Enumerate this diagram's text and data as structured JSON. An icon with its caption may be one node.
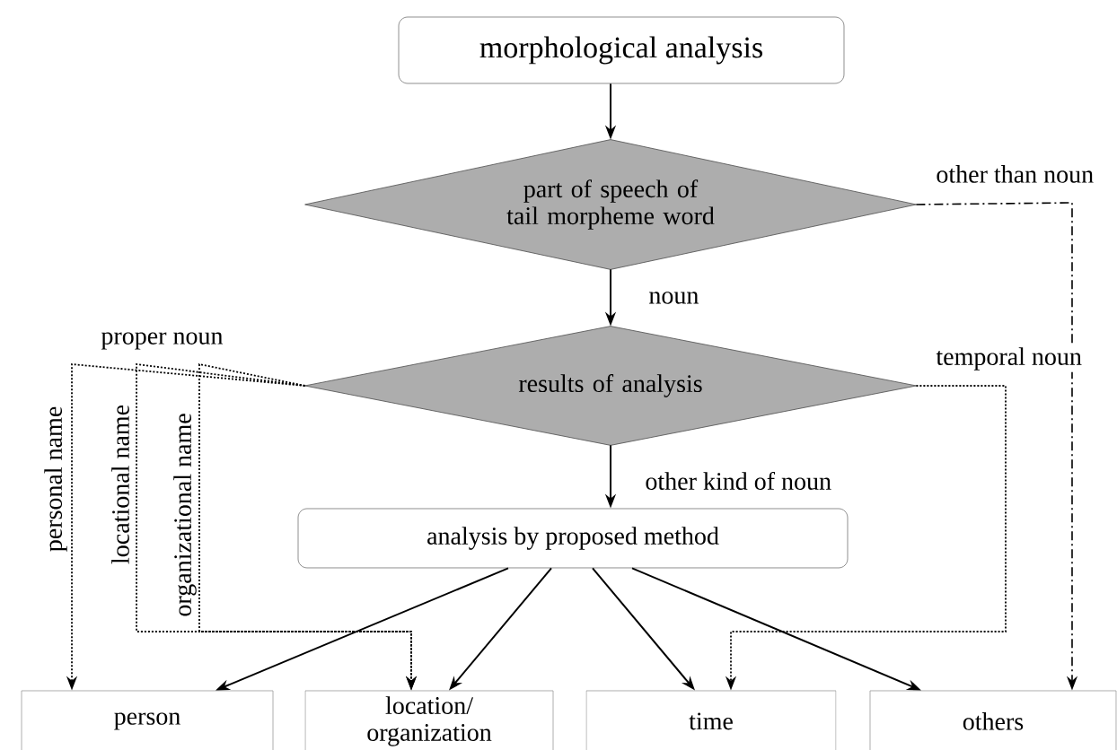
{
  "diagram": {
    "nodes": [
      {
        "text": [
          "morphological analysis"
        ]
      },
      {
        "text": [
          "part of speech of tail morpheme word"
        ]
      },
      {
        "text": [
          "results of analysis"
        ]
      },
      {
        "text": [
          "analysis by proposed method"
        ]
      },
      {
        "text": [
          "person"
        ]
      },
      {
        "text": [
          "location/ organization"
        ]
      },
      {
        "text": [
          "time"
        ]
      },
      {
        "text": [
          "others"
        ]
      }
    ],
    "edges": [
      {
        "from": 0,
        "to": 1,
        "arrow": "to"
      },
      {
        "from": 1,
        "to": 2,
        "arrow": "to",
        "label": "noun"
      },
      {
        "from": 1,
        "to": 7,
        "arrow": "to",
        "label": "other than noun",
        "style": "dashed"
      },
      {
        "from": 2,
        "to": 3,
        "arrow": "to",
        "label": "other kind of noun"
      },
      {
        "from": 2,
        "to": 4,
        "arrow": "to",
        "label": "personal name",
        "style": "dashed"
      },
      {
        "from": 2,
        "to": 5,
        "arrow": "to",
        "label": "locational name",
        "style": "dashed"
      },
      {
        "from": 2,
        "to": 5,
        "arrow": "to",
        "label": "organizational name",
        "style": "dashed"
      },
      {
        "from": 2,
        "to": 6,
        "arrow": "to",
        "label": "temporal noun",
        "style": "dashed"
      },
      {
        "from": 3,
        "to": 4,
        "arrow": "to"
      },
      {
        "from": 3,
        "to": 5,
        "arrow": "to"
      },
      {
        "from": 3,
        "to": 6,
        "arrow": "to"
      },
      {
        "from": 3,
        "to": 7,
        "arrow": "to"
      }
    ],
    "labels": [
      "proper noun"
    ]
  }
}
